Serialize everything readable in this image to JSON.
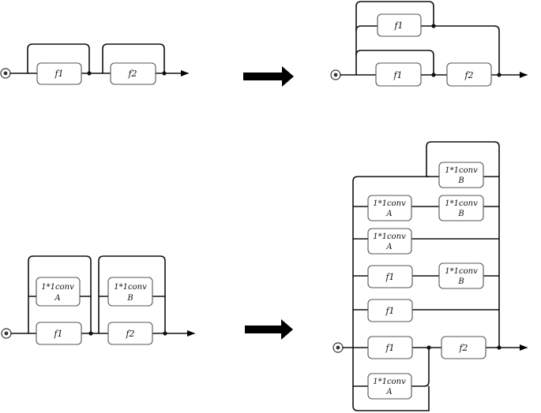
{
  "labels": {
    "f1": "f1",
    "f2": "f2",
    "conv_line": "1*1conv",
    "conv_a": "A",
    "conv_b": "B"
  },
  "colors": {
    "background": "#ffffff",
    "line": "#111111",
    "box_border": "#555555",
    "arrow": "#000000"
  }
}
